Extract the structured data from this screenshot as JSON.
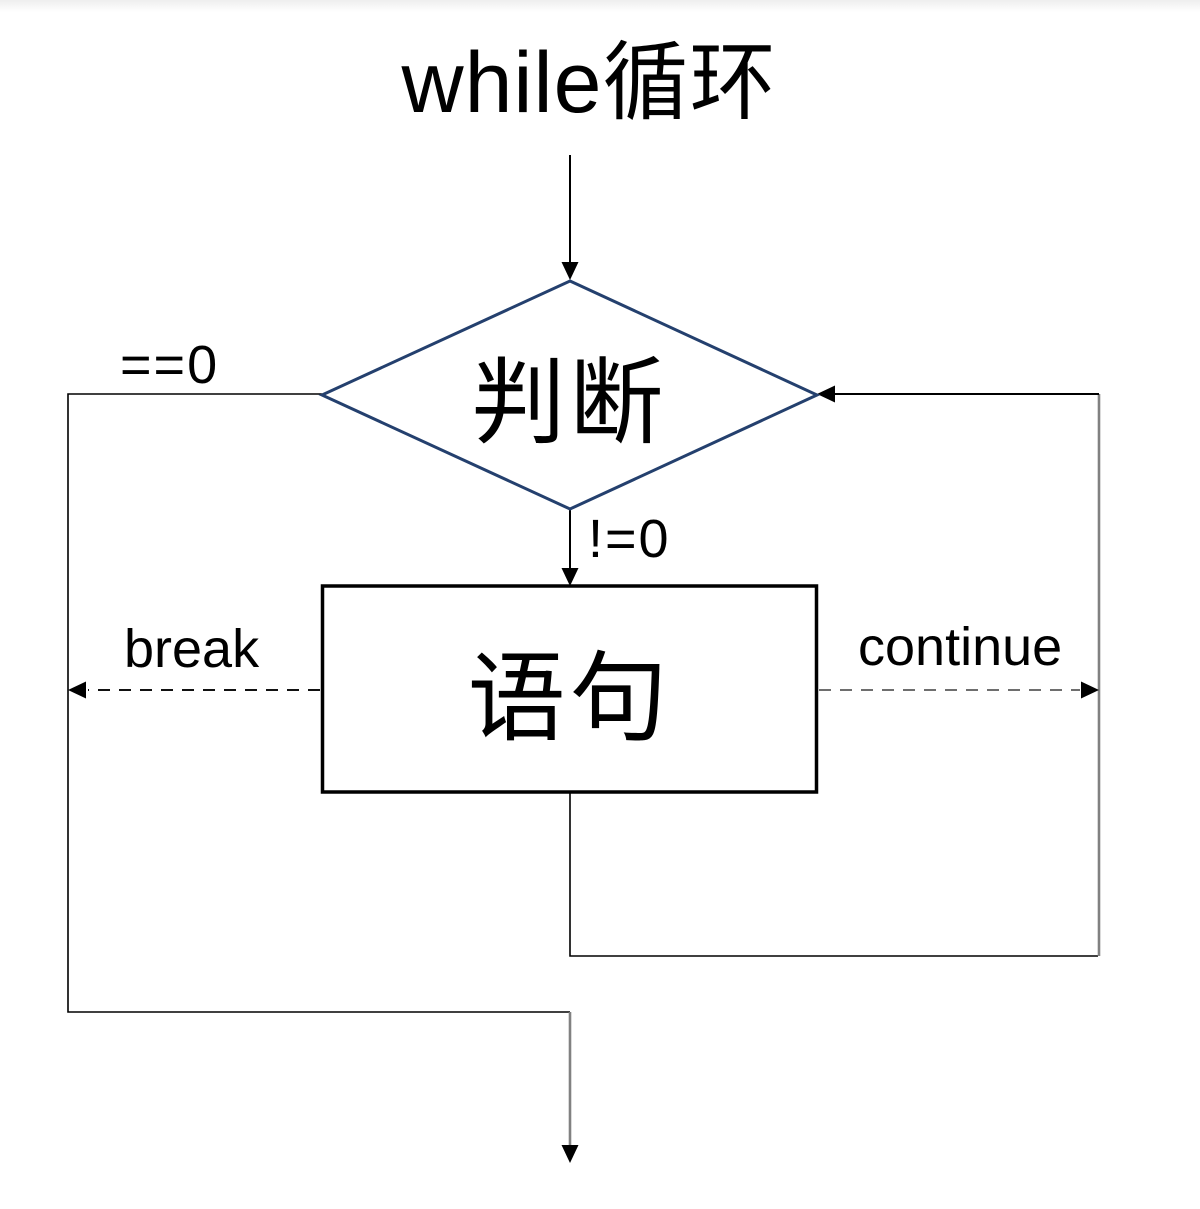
{
  "title": "while循环",
  "nodes": {
    "condition": {
      "label": "判断",
      "shape": "diamond"
    },
    "statement": {
      "label": "语句",
      "shape": "rectangle"
    }
  },
  "edges": {
    "eq_zero": {
      "label": "==0"
    },
    "ne_zero": {
      "label": "!=0"
    },
    "break": {
      "label": "break"
    },
    "continue": {
      "label": "continue"
    }
  },
  "colors": {
    "diamond_border": "#24406e",
    "node_border": "#000000",
    "connector_black": "#000000",
    "connector_gray": "#818181",
    "dash_gray": "#6e6e6e"
  }
}
